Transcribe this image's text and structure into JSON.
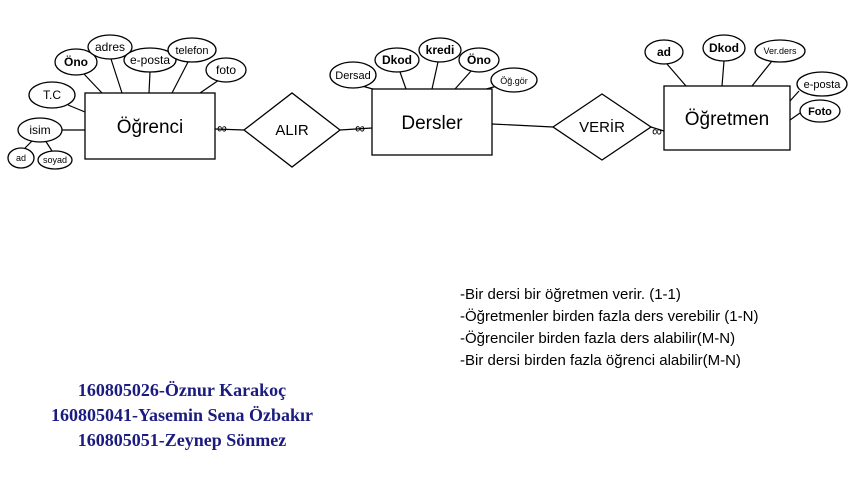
{
  "diagram": {
    "entities": {
      "ogrenci": {
        "label": "Öğrenci",
        "attributes": {
          "ono": "Öno",
          "adres": "adres",
          "eposta": "e-posta",
          "telefon": "telefon",
          "foto": "foto",
          "tc": "T.C",
          "isim": "isim",
          "ad": "ad",
          "soyad": "soyad"
        }
      },
      "dersler": {
        "label": "Dersler",
        "attributes": {
          "dersad": "Dersad",
          "dkod": "Dkod",
          "kredi": "kredi",
          "ono": "Öno",
          "oggor": "Öğ.gör"
        }
      },
      "ogretmen": {
        "label": "Öğretmen",
        "attributes": {
          "ad": "ad",
          "dkod": "Dkod",
          "verders": "Ver.ders",
          "eposta": "e-posta",
          "foto": "Foto"
        }
      }
    },
    "relationships": {
      "alir": "ALIR",
      "verir": "VERİR"
    },
    "cardinality_symbol": "∞"
  },
  "notes": {
    "lines": [
      "-Bir dersi bir öğretmen verir. (1-1)",
      "-Öğretmenler birden fazla ders verebilir (1-N)",
      "-Öğrenciler birden fazla ders alabilir(M-N)",
      "-Bir dersi birden fazla öğrenci alabilir(M-N)"
    ]
  },
  "authors": {
    "lines": [
      "160805026-Öznur Karakoç",
      "160805041-Yasemin Sena Özbakır",
      "160805051-Zeynep Sönmez"
    ]
  },
  "colors": {
    "diagram_stroke": "#000000",
    "author_text": "#1b1b80",
    "background": "#ffffff"
  }
}
